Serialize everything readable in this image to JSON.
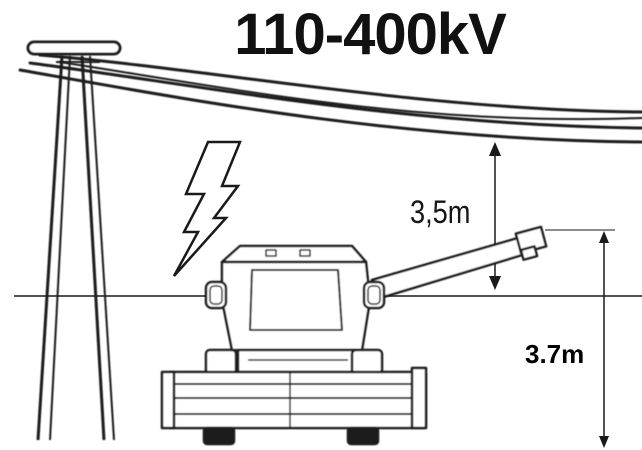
{
  "voltage_label": "110-400kV",
  "clearance_label": "3,5m",
  "height_label": "3.7m",
  "icons": {
    "hazard": "lightning-bolt-icon",
    "pole": "power-pole-icon",
    "vehicle": "combine-harvester-icon"
  },
  "colors": {
    "ink": "#141414",
    "fill": "#ffffff"
  }
}
